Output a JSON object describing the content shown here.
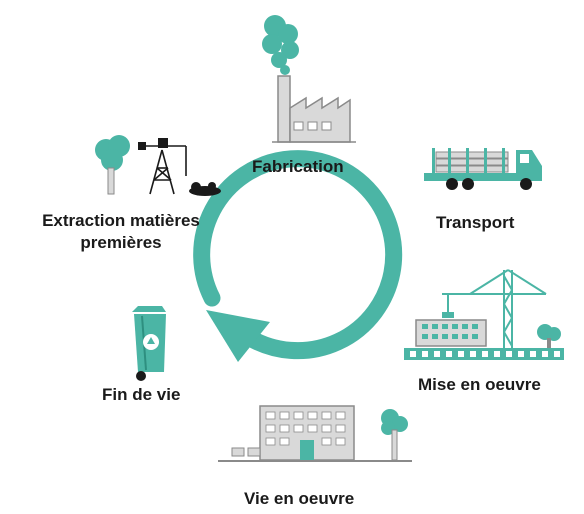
{
  "diagram": {
    "stages": {
      "fabrication": "Fabrication",
      "transport": "Transport",
      "extraction_line1": "Extraction matières",
      "extraction_line2": "premières",
      "mise": "Mise en oeuvre",
      "fin": "Fin de vie",
      "vie": "Vie en oeuvre"
    },
    "colors": {
      "teal": "#4bb5a5",
      "teal_dark": "#2e8f80",
      "gray": "#d9d9d9",
      "gray_dark": "#8a8a8a",
      "black": "#1a1a1a"
    },
    "icons": {
      "factory": "factory-icon",
      "truck": "truck-icon",
      "oil_pump": "oil-pump-icon",
      "crane": "construction-crane-icon",
      "bin": "recycle-bin-icon",
      "building": "office-building-icon",
      "cycle": "cycle-arrow-icon"
    }
  }
}
